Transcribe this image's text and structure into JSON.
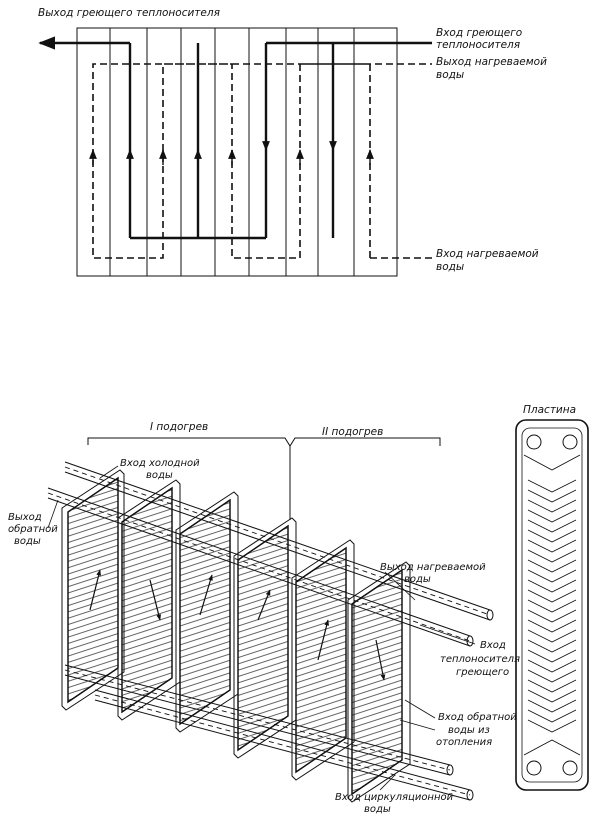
{
  "scheme": {
    "labels": {
      "hot_out": "Выход греющего теплоносителя",
      "hot_in_1": "Вход греющего",
      "hot_in_2": "теплоносителя",
      "heated_out_1": "Выход нагреваемой",
      "heated_out_2": "воды",
      "heated_in_1": "Вход нагреваемой",
      "heated_in_2": "воды"
    }
  },
  "exchanger": {
    "labels": {
      "stage1": "I подогрев",
      "stage2": "II подогрев",
      "plate": "Пластина",
      "cold_in_1": "Вход холодной",
      "cold_in_2": "воды",
      "return_out_1": "Выход",
      "return_out_2": "обратной",
      "return_out_3": "воды",
      "heated_out_1": "Выход нагреваемой",
      "heated_out_2": "воды",
      "hot_in_1": "Вход",
      "hot_in_2": "теплоносителя",
      "hot_in_3": "греющего",
      "return_in_1": "Вход обратной",
      "return_in_2": "воды из",
      "return_in_3": "отопления",
      "circ_in_1": "Вход циркуляционной",
      "circ_in_2": "воды"
    }
  },
  "colors": {
    "ink": "#111111",
    "background": "#ffffff"
  }
}
